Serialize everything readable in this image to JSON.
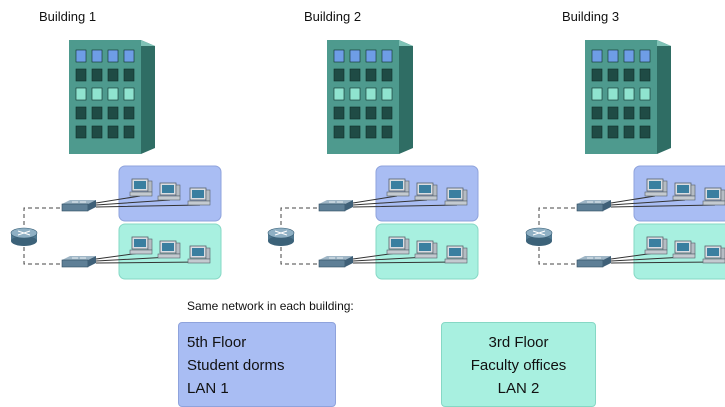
{
  "buildings": [
    {
      "title": "Building 1"
    },
    {
      "title": "Building 2"
    },
    {
      "title": "Building 3"
    }
  ],
  "caption": "Same network in each building:",
  "legend": [
    {
      "floor": "5th Floor",
      "description": "Student dorms",
      "lan": "LAN 1",
      "color": "#a9bdf3"
    },
    {
      "floor": "3rd Floor",
      "description": "Faculty offices",
      "lan": "LAN 2",
      "color": "#a8f0e0"
    }
  ],
  "colors": {
    "building_front": "#4e9a8e",
    "building_side": "#2f6d64",
    "window_top": "#6e9de6",
    "window": "#1f4b45",
    "window_light": "#8fe3cf"
  },
  "icons": [
    "building-icon",
    "router-icon",
    "switch-icon",
    "computer-icon"
  ]
}
